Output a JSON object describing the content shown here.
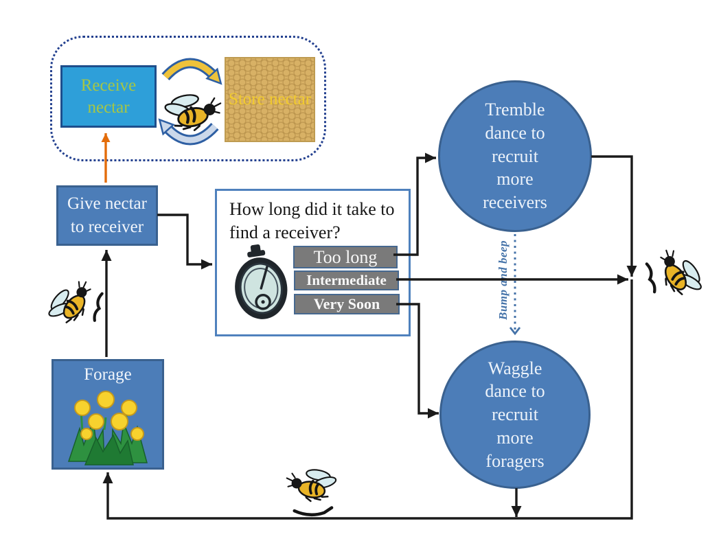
{
  "hive_cycle": {
    "receive_label": "Receive nectar",
    "store_label": "Store nectar"
  },
  "nodes": {
    "give_nectar": "Give nectar to receiver",
    "forage": "Forage",
    "tremble": "Tremble dance to recruit more receivers",
    "waggle": "Waggle dance to recruit more foragers"
  },
  "question": {
    "title": "How long did it take to find a receiver?",
    "options": [
      "Too long",
      "Intermediate",
      "Very Soon"
    ]
  },
  "labels": {
    "bump_and_beep": "Bump and beep"
  },
  "icons": {
    "bee": "bee-icon",
    "stopwatch": "stopwatch-icon",
    "flowers": "flowers-icon",
    "cycle_arrows": "nectar-cycle-arrows-icon"
  },
  "colors": {
    "node_blue": "#4C7DB8",
    "node_border": "#3A618F",
    "receive_blue": "#2E9FD9",
    "receive_text_green": "#A6C645",
    "store_tan": "#D8B165",
    "store_text_yellow": "#F2CB2E",
    "button_gray": "#7A7A7A",
    "line_black": "#1A1A1A",
    "orange_arrow": "#E36C0A",
    "dotted_blue": "#4472A8"
  }
}
